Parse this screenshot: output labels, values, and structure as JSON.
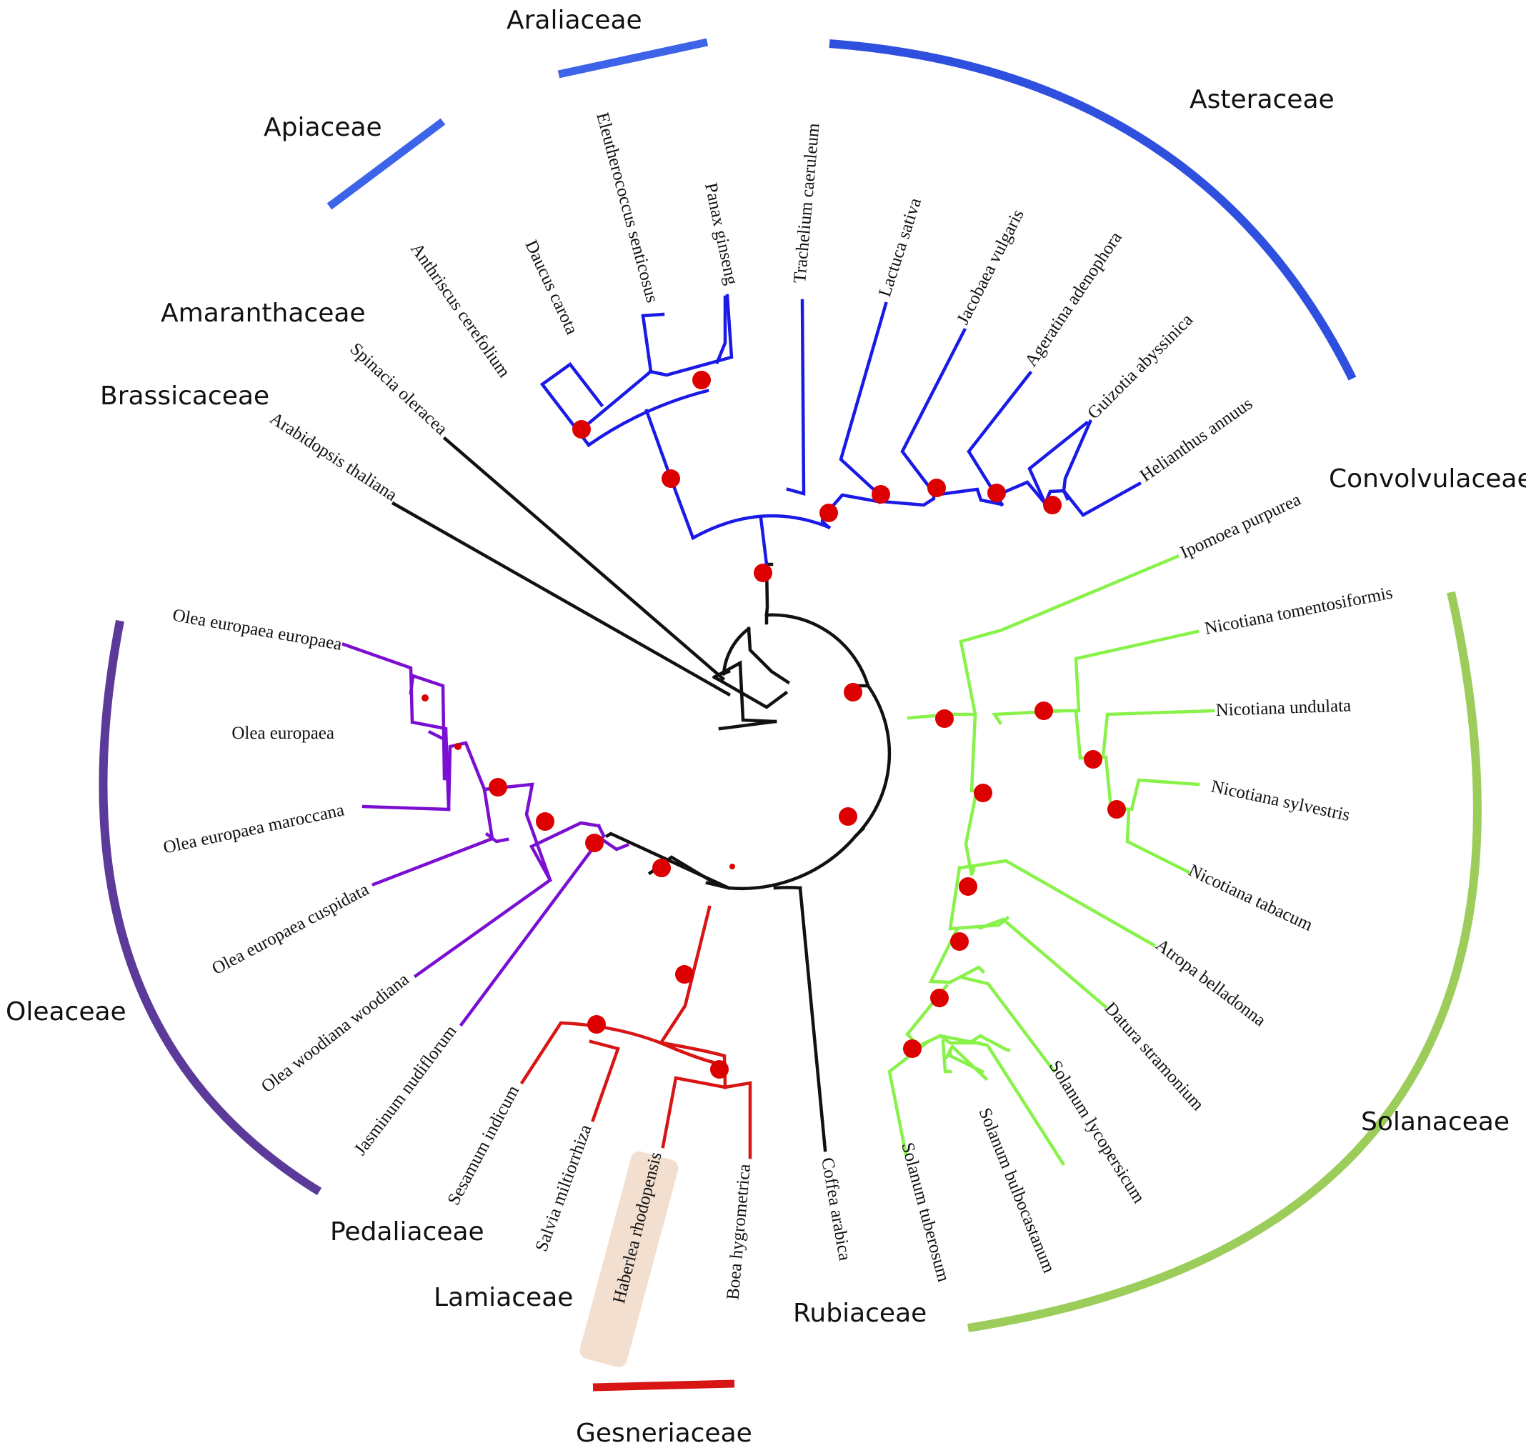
{
  "colors": {
    "asterid_blue": "#1a1ae6",
    "solanaceae_green": "#88f24a",
    "oleaceae_purple": "#7a0fd1",
    "lamiales_red": "#d81515",
    "backbone_black": "#111111",
    "node_red": "#dd0000",
    "arc_blue": "#2f4fdf",
    "arc_light_blue": "#3d63e8",
    "arc_green": "#9ccc5a",
    "arc_purple": "#5b3a9a",
    "arc_red": "#d81515",
    "highlight_box": "#f3dfcf"
  },
  "taxa": {
    "olea_europaea_europaea": "Olea europaea europaea",
    "olea_europaea": "Olea europaea",
    "olea_europaea_maroccana": "Olea europaea maroccana",
    "olea_europaea_cuspidata": "Olea europaea cuspidata",
    "olea_woodiana_woodiana": "Olea woodiana woodiana",
    "jasminum_nudiflorum": "Jasminum nudiflorum",
    "sesamum_indicum": "Sesamum indicum",
    "salvia_miltiorrhiza": "Salvia miltiorrhiza",
    "haberlea_rhodopensis": "Haberlea rhodopensis",
    "boea_hygrometrica": "Boea hygrometrica",
    "coffea_arabica": "Coffea arabica",
    "solanum_tuberosum": "Solanum tuberosum",
    "solanum_bulbocastanum": "Solanum bulbocastanum",
    "solanum_lycopersicum": "Solanum lycopersicum",
    "datura_stramonium": "Datura stramonium",
    "atropa_belladonna": "Atropa belladonna",
    "nicotiana_tabacum": "Nicotiana tabacum",
    "nicotiana_sylvestris": "Nicotiana sylvestris",
    "nicotiana_undulata": "Nicotiana undulata",
    "nicotiana_tomentosiformis": "Nicotiana tomentosiformis",
    "ipomoea_purpurea": "Ipomoea purpurea",
    "helianthus_annuus": "Helianthus annuus",
    "guizotia_abyssinica": "Guizotia abyssinica",
    "ageratina_adenophora": "Ageratina adenophora",
    "jacobaea_vulgaris": "Jacobaea vulgaris",
    "lactuca_sativa": "Lactuca sativa",
    "trachelium_caeruleum": "Trachelium caeruleum",
    "panax_ginseng": "Panax ginseng",
    "eleutherococcus_senticosus": "Eleutherococcus senticosus",
    "daucus_carota": "Daucus carota",
    "anthriscus_cerefolium": "Anthriscus cerefolium",
    "spinacia_oleracea": "Spinacia oleracea",
    "arabidopsis_thaliana": "Arabidopsis thaliana"
  },
  "families": {
    "araliaceae": "Araliaceae",
    "apiaceae": "Apiaceae",
    "asteraceae": "Asteraceae",
    "amaranthaceae": "Amaranthaceae",
    "brassicaceae": "Brassicaceae",
    "convolvulaceae": "Convolvulaceae",
    "oleaceae": "Oleaceae",
    "solanaceae": "Solanaceae",
    "pedaliaceae": "Pedaliaceae",
    "lamiaceae": "Lamiaceae",
    "rubiaceae": "Rubiaceae",
    "gesneriaceae": "Gesneriaceae"
  },
  "highlighted_taxon": "Haberlea rhodopensis"
}
